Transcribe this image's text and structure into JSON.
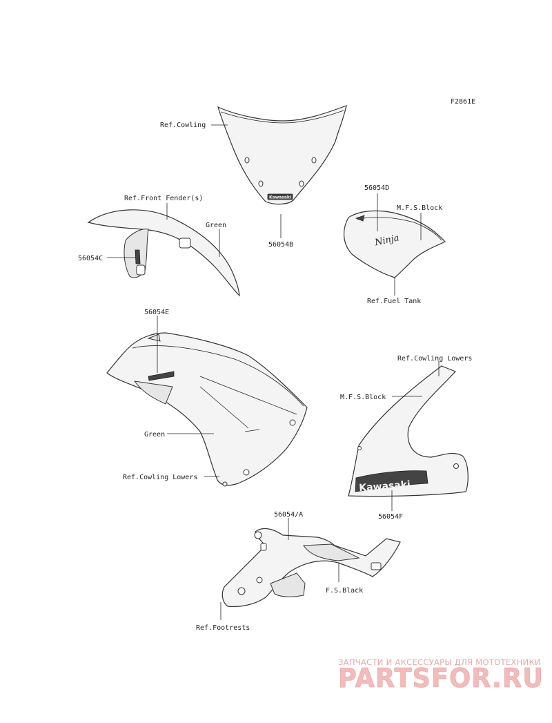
{
  "figure_code": "F2861E",
  "labels": {
    "ref_cowling": "Ref.Cowling",
    "ref_front_fender": "Ref.Front Fender(s)",
    "green_fender": "Green",
    "part_56054C": "56054C",
    "part_56054B": "56054B",
    "part_56054D": "56054D",
    "mfs_block_tank": "M.F.S.Block",
    "ref_fuel_tank": "Ref.Fuel Tank",
    "part_56054E": "56054E",
    "green_cowl": "Green",
    "ref_cowling_lowers_left": "Ref.Cowling Lowers",
    "ref_cowling_lowers_right": "Ref.Cowling Lowers",
    "mfs_block_lower": "M.F.S.Block",
    "part_56054F": "56054F",
    "part_56054_A": "56054/A",
    "fs_block": "F.S.Black",
    "ref_footrests": "Ref.Footrests"
  },
  "emblems": {
    "windshield_emblem": "Kawasaki",
    "tank_emblem": "Ninja",
    "lower_emblem": "Kawasaki"
  },
  "watermark": {
    "tagline": "ЗАПЧАСТИ И АКСЕССУАРЫ ДЛЯ МОТОТЕХНИКИ",
    "brand": "PARTSFOR.RU"
  },
  "colors": {
    "ink": "#222222",
    "watermark": "#f2bcbc"
  }
}
